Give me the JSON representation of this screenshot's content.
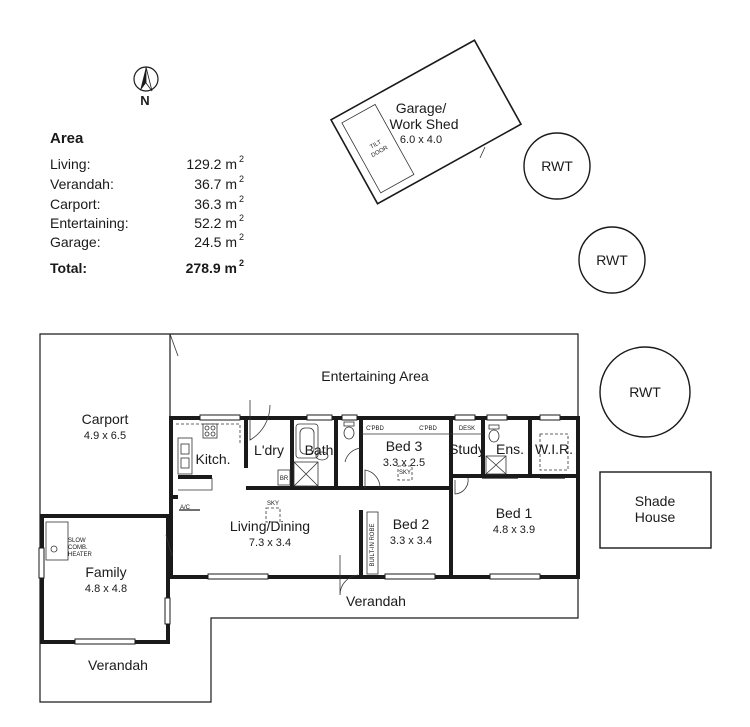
{
  "compass": {
    "label": "N"
  },
  "area_table": {
    "title": "Area",
    "rows": [
      {
        "label": "Living:",
        "value": "129.2 m",
        "unit_sup": "2"
      },
      {
        "label": "Verandah:",
        "value": "36.7 m",
        "unit_sup": "2"
      },
      {
        "label": "Carport:",
        "value": "36.3 m",
        "unit_sup": "2"
      },
      {
        "label": "Entertaining:",
        "value": "52.2 m",
        "unit_sup": "2"
      },
      {
        "label": "Garage:",
        "value": "24.5 m",
        "unit_sup": "2"
      }
    ],
    "total": {
      "label": "Total:",
      "value": "278.9 m",
      "unit_sup": "2"
    }
  },
  "garage": {
    "name_line1": "Garage/",
    "name_line2": "Work Shed",
    "dims": "6.0 x 4.0",
    "door_line1": "TILT",
    "door_line2": "DOOR"
  },
  "tanks": [
    "RWT",
    "RWT",
    "RWT"
  ],
  "shade_house": {
    "line1": "Shade",
    "line2": "House"
  },
  "rooms": {
    "entertaining": {
      "name": "Entertaining Area"
    },
    "carport": {
      "name": "Carport",
      "dims": "4.9 x 6.5"
    },
    "kitchen": {
      "name": "Kitch."
    },
    "laundry": {
      "name": "L'dry"
    },
    "bath": {
      "name": "Bath"
    },
    "bed3": {
      "name": "Bed 3",
      "dims": "3.3 x 2.5"
    },
    "study": {
      "name": "Study"
    },
    "ensuite": {
      "name": "Ens."
    },
    "wir": {
      "name": "W.I.R."
    },
    "living": {
      "name": "Living/Dining",
      "dims": "7.3 x 3.4"
    },
    "bed2": {
      "name": "Bed 2",
      "dims": "3.3 x 3.4"
    },
    "bed1": {
      "name": "Bed 1",
      "dims": "4.8 x 3.9"
    },
    "family": {
      "name": "Family",
      "dims": "4.8 x 4.8"
    },
    "verandah_rear": {
      "name": "Verandah"
    },
    "verandah_front": {
      "name": "Verandah"
    }
  },
  "notes": {
    "cpbd": "C'PBD",
    "desk": "DESK",
    "sky": "SKY",
    "br": "BR",
    "ac": "A/C",
    "robe": "BUILT-IN ROBE",
    "heater_line1": "SLOW",
    "heater_line2": "COMB.",
    "heater_line3": "HEATER"
  }
}
